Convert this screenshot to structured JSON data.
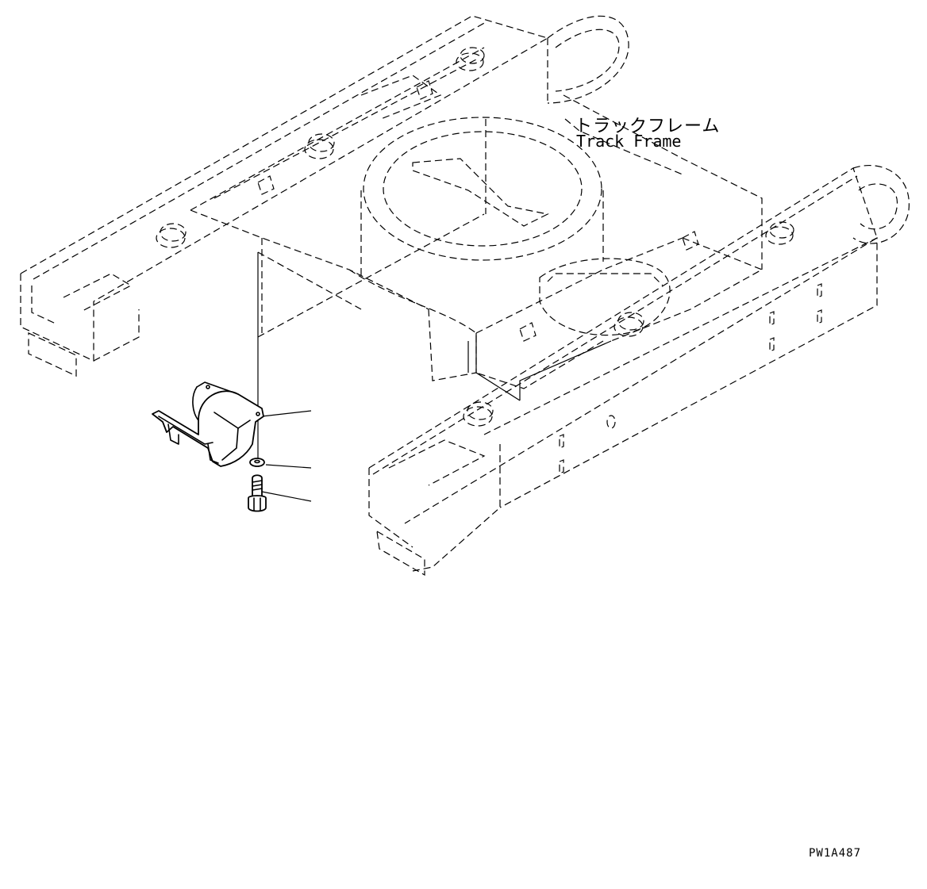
{
  "callouts": {
    "track_frame_jp": "トラックフレーム",
    "track_frame_en": "Track Frame"
  },
  "drawing_number": "PW1A487",
  "icons": [
    "guard-bracket-icon",
    "washer-icon",
    "bolt-icon"
  ]
}
